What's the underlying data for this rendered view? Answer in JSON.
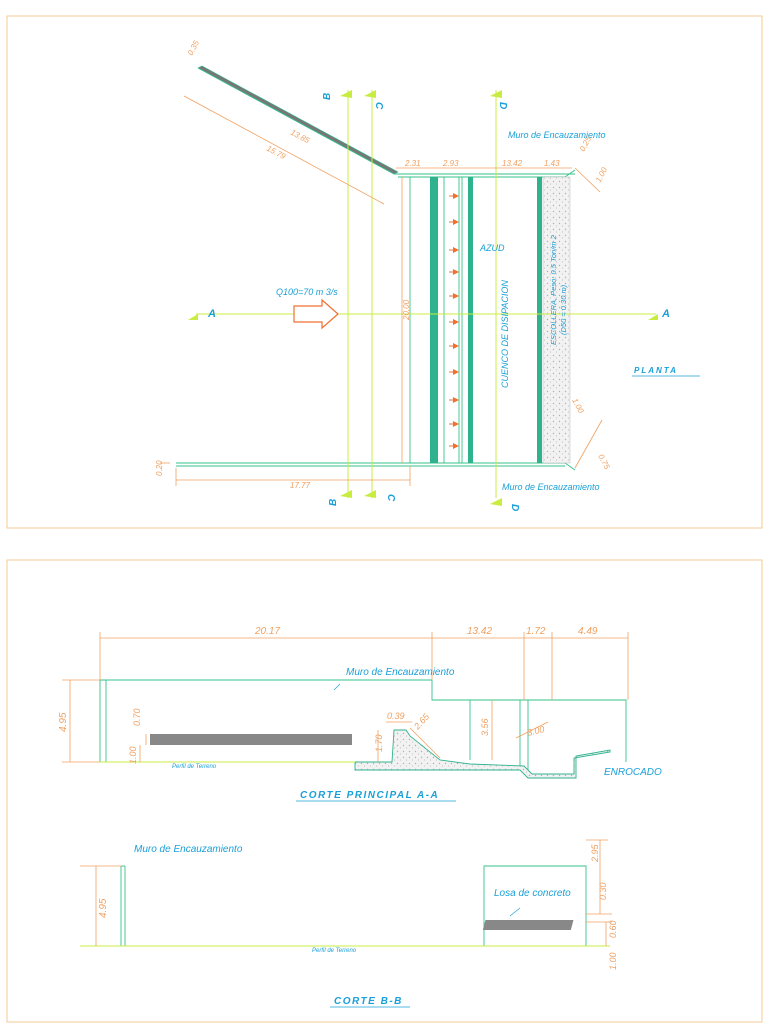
{
  "colors": {
    "frame": "#f4c896",
    "wall": "#2fb38e",
    "axis": "#c8ec40",
    "dimension": "#f0a060",
    "label": "#1aa0d8",
    "slab": "#888888",
    "riprap": "#e8e8e8",
    "arrow": "#f07030"
  },
  "plan": {
    "title": "PLANTA",
    "section_letters": {
      "a": "A",
      "b": "B",
      "c": "C",
      "d": "D"
    },
    "flow_label": "Q100=70 m 3/s",
    "azud": "AZUD",
    "basin": "CUENCO DE DISIPACION",
    "wall_top": "Muro de Encauzamiento",
    "wall_bottom": "Muro de Encauzamiento",
    "riprap_line1": "ESCOLLERA, Peso: 0.5 Ton/m 2",
    "riprap_line2": "(D50 = 0.30 m)",
    "dims": {
      "d035": "0.35",
      "d1385": "13.85",
      "d1579": "15.79",
      "d231": "2.31",
      "d293": "2.93",
      "d1342": "13.42",
      "d143": "1.43",
      "d025": "0.25",
      "d100a": "1.00",
      "d2000": "20.00",
      "d100b": "1.00",
      "d075": "0.75",
      "d1777": "17.77",
      "d020": "0.20"
    }
  },
  "section_aa": {
    "title": "CORTE PRINCIPAL  A-A",
    "wall": "Muro de Encauzamiento",
    "terrain": "Perfil de Terreno",
    "riprap": "ENROCADO",
    "dims": {
      "d2017": "20.17",
      "d1342": "13.42",
      "d172": "1.72",
      "d449": "4.49",
      "d495": "4.95",
      "d070": "0.70",
      "d100": "1.00",
      "d039": "0.39",
      "d170": "1.70",
      "d265": "2.65",
      "d356": "3.56",
      "d300": "3.00"
    }
  },
  "section_bb": {
    "title": "CORTE B-B",
    "wall": "Muro de Encauzamiento",
    "terrain": "Perfil de Terreno",
    "slab": "Losa de concreto",
    "dims": {
      "d495": "4.95",
      "d295": "2.95",
      "d030": "0.30",
      "d060": "0.60",
      "d100": "1.00"
    }
  }
}
